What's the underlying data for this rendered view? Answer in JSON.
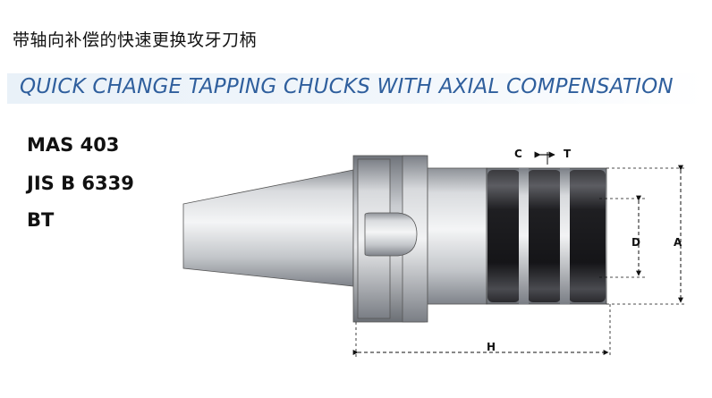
{
  "title_cn": "带轴向补偿的快速更换攻牙刀柄",
  "title_en": "QUICK CHANGE TAPPING CHUCKS WITH AXIAL COMPENSATION",
  "standards": [
    "MAS 403",
    "JIS B 6339",
    "BT"
  ],
  "dimensions": {
    "compression": "C",
    "tension": "T",
    "inner_diameter": "D",
    "outer_diameter": "A",
    "length": "H"
  },
  "colors": {
    "banner_text": "#2f5f9d",
    "banner_bg": "#e9f1f8",
    "steel": "#c8cbd0",
    "rubber": "#2b2b2e"
  }
}
